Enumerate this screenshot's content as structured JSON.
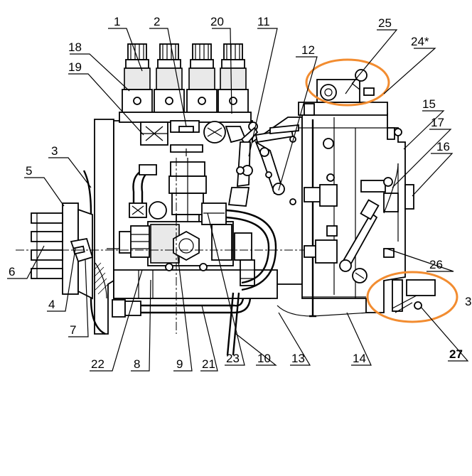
{
  "colors": {
    "ink": "#000000",
    "highlight": "#F28C30",
    "background": "#FFFFFF"
  },
  "labels": {
    "l1": "1",
    "l2": "2",
    "l3": "3",
    "l3b": "3",
    "l4": "4",
    "l5": "5",
    "l6": "6",
    "l7": "7",
    "l8": "8",
    "l9": "9",
    "l10": "10",
    "l11": "11",
    "l12": "12",
    "l13": "13",
    "l14": "14",
    "l15": "15",
    "l16": "16",
    "l17": "17",
    "l18": "18",
    "l19": "19",
    "l20": "20",
    "l21": "21",
    "l22": "22",
    "l23": "23",
    "l24": "24*",
    "l25": "25",
    "l26": "26",
    "l27": "27"
  }
}
